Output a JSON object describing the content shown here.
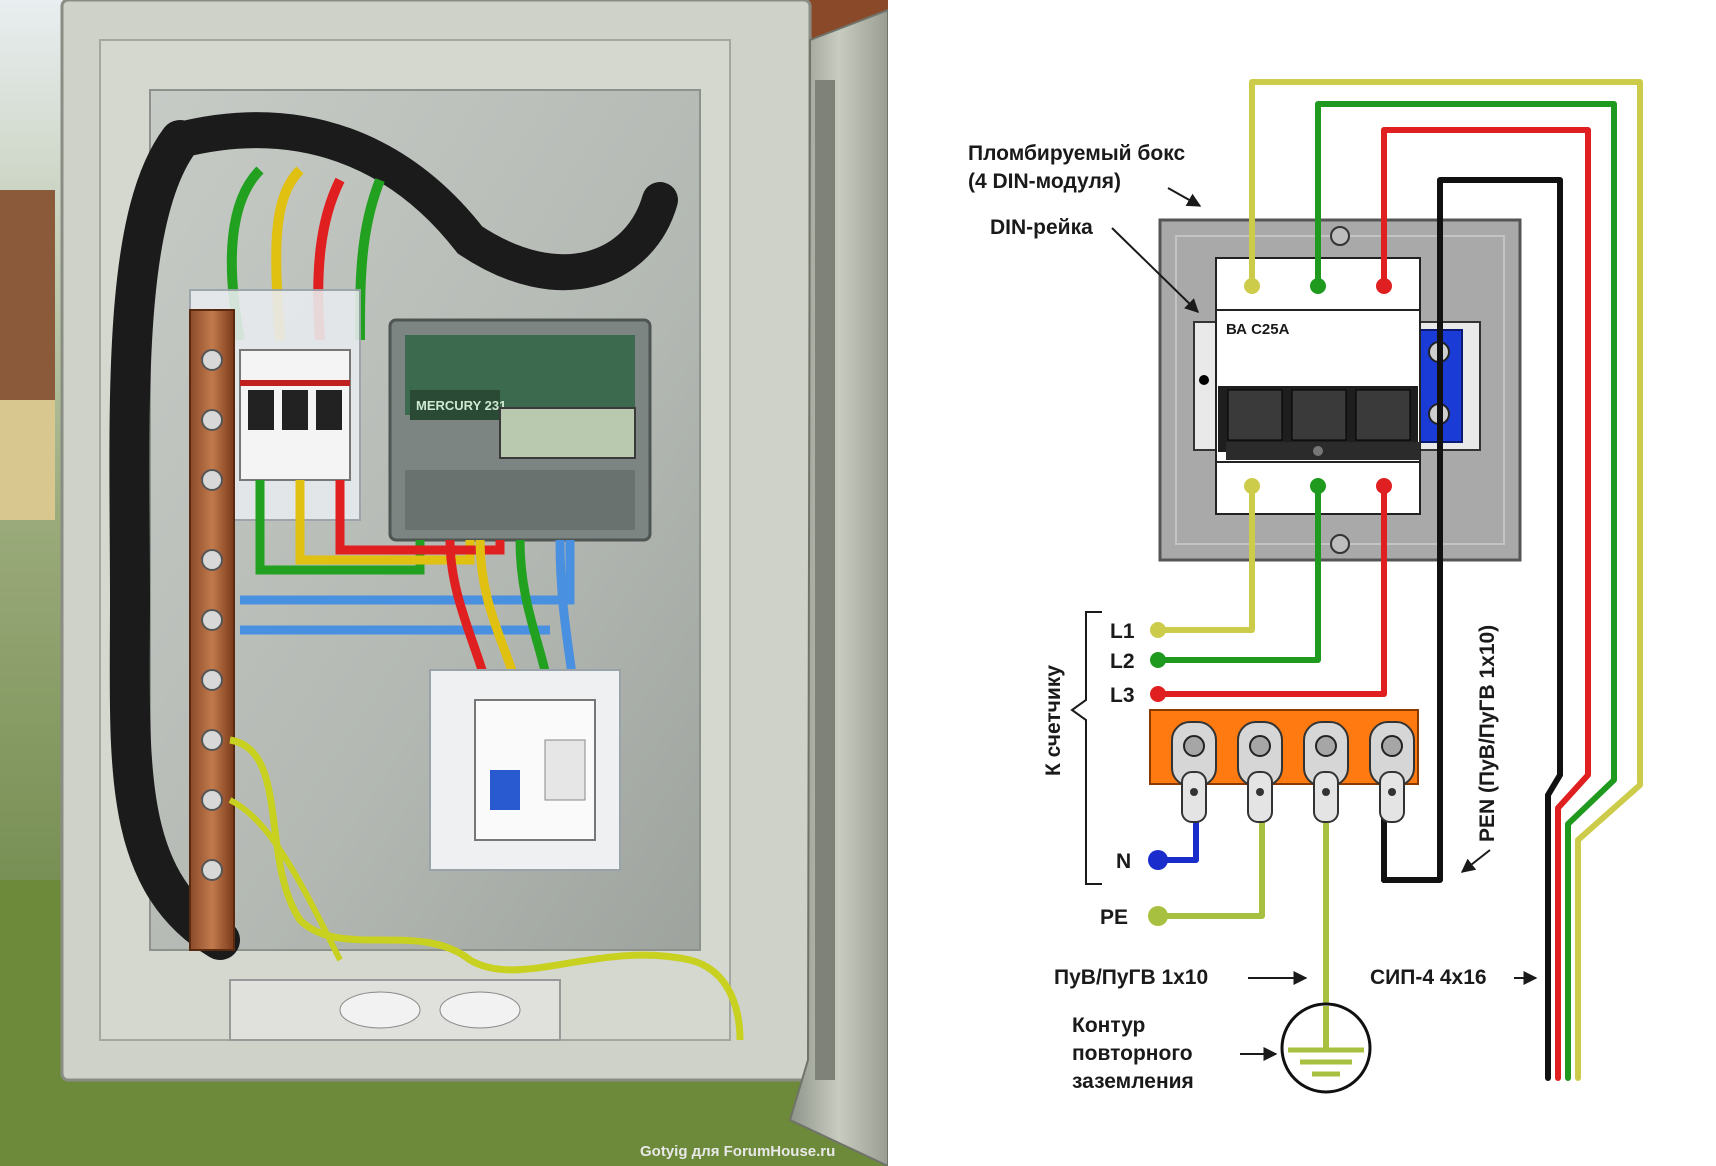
{
  "photo": {
    "watermark": "Gotyig для ForumHouse.ru",
    "meter_brand": "MERCURY 231"
  },
  "diagram": {
    "box_label_line1": "Пломбируемый бокс",
    "box_label_line2": "(4 DIN-модуля)",
    "din_rail_label": "DIN-рейка",
    "breaker_label": "ВА С25А",
    "meter_group_label": "К счетчику",
    "l1": "L1",
    "l2": "L2",
    "l3": "L3",
    "n": "N",
    "pe": "PE",
    "pen_label": "PEN (ПуВ/ПуГВ 1x10)",
    "ground_wire_label": "ПуВ/ПуГВ 1x10",
    "ground_contour_line1": "Контур",
    "ground_contour_line2": "повторного",
    "ground_contour_line3": "заземления",
    "sip_label": "СИП-4 4x16"
  },
  "colors": {
    "l1": "#cccc4a",
    "l2": "#1f9a1f",
    "l3": "#e02020",
    "pen": "#111111",
    "n": "#1a2ccc",
    "pe": "#a8c040",
    "busbar": "#ff7a10",
    "box_gray": "#a9a9a9",
    "din_blue": "#1a3bd6"
  }
}
